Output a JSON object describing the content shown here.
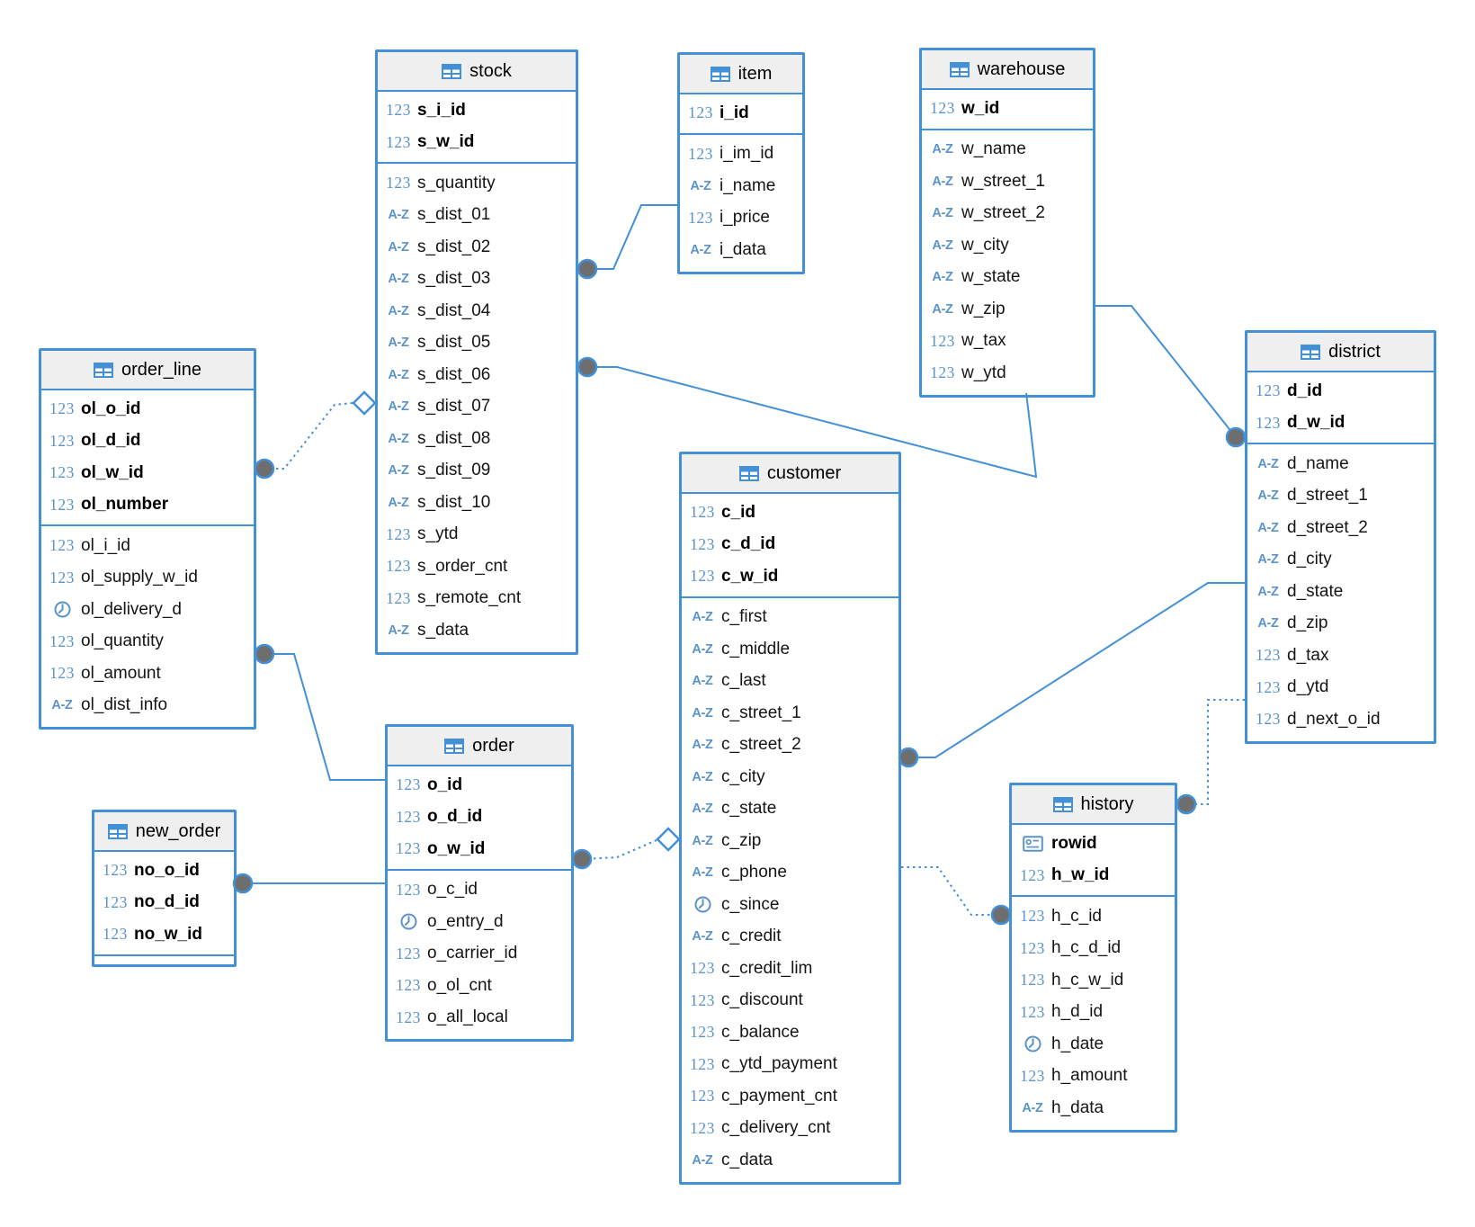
{
  "colors": {
    "accent": "#4390d7",
    "header_bg": "#efefef",
    "icon_blue": "#5b93c9",
    "connector_dot": "#6e6e6e",
    "row_text": "#141414"
  },
  "icon_labels": {
    "num": "123",
    "text": "A-Z"
  },
  "tables": {
    "stock": {
      "title": "stock",
      "pk": [
        {
          "n": "s_i_id",
          "t": "num"
        },
        {
          "n": "s_w_id",
          "t": "num"
        }
      ],
      "fields": [
        {
          "n": "s_quantity",
          "t": "num"
        },
        {
          "n": "s_dist_01",
          "t": "text"
        },
        {
          "n": "s_dist_02",
          "t": "text"
        },
        {
          "n": "s_dist_03",
          "t": "text"
        },
        {
          "n": "s_dist_04",
          "t": "text"
        },
        {
          "n": "s_dist_05",
          "t": "text"
        },
        {
          "n": "s_dist_06",
          "t": "text"
        },
        {
          "n": "s_dist_07",
          "t": "text"
        },
        {
          "n": "s_dist_08",
          "t": "text"
        },
        {
          "n": "s_dist_09",
          "t": "text"
        },
        {
          "n": "s_dist_10",
          "t": "text"
        },
        {
          "n": "s_ytd",
          "t": "num"
        },
        {
          "n": "s_order_cnt",
          "t": "num"
        },
        {
          "n": "s_remote_cnt",
          "t": "num"
        },
        {
          "n": "s_data",
          "t": "text"
        }
      ]
    },
    "item": {
      "title": "item",
      "pk": [
        {
          "n": "i_id",
          "t": "num"
        }
      ],
      "fields": [
        {
          "n": "i_im_id",
          "t": "num"
        },
        {
          "n": "i_name",
          "t": "text"
        },
        {
          "n": "i_price",
          "t": "num"
        },
        {
          "n": "i_data",
          "t": "text"
        }
      ]
    },
    "warehouse": {
      "title": "warehouse",
      "pk": [
        {
          "n": "w_id",
          "t": "num"
        }
      ],
      "fields": [
        {
          "n": "w_name",
          "t": "text"
        },
        {
          "n": "w_street_1",
          "t": "text"
        },
        {
          "n": "w_street_2",
          "t": "text"
        },
        {
          "n": "w_city",
          "t": "text"
        },
        {
          "n": "w_state",
          "t": "text"
        },
        {
          "n": "w_zip",
          "t": "text"
        },
        {
          "n": "w_tax",
          "t": "num"
        },
        {
          "n": "w_ytd",
          "t": "num"
        }
      ]
    },
    "district": {
      "title": "district",
      "pk": [
        {
          "n": "d_id",
          "t": "num"
        },
        {
          "n": "d_w_id",
          "t": "num"
        }
      ],
      "fields": [
        {
          "n": "d_name",
          "t": "text"
        },
        {
          "n": "d_street_1",
          "t": "text"
        },
        {
          "n": "d_street_2",
          "t": "text"
        },
        {
          "n": "d_city",
          "t": "text"
        },
        {
          "n": "d_state",
          "t": "text"
        },
        {
          "n": "d_zip",
          "t": "text"
        },
        {
          "n": "d_tax",
          "t": "num"
        },
        {
          "n": "d_ytd",
          "t": "num"
        },
        {
          "n": "d_next_o_id",
          "t": "num"
        }
      ]
    },
    "customer": {
      "title": "customer",
      "pk": [
        {
          "n": "c_id",
          "t": "num"
        },
        {
          "n": "c_d_id",
          "t": "num"
        },
        {
          "n": "c_w_id",
          "t": "num"
        }
      ],
      "fields": [
        {
          "n": "c_first",
          "t": "text"
        },
        {
          "n": "c_middle",
          "t": "text"
        },
        {
          "n": "c_last",
          "t": "text"
        },
        {
          "n": "c_street_1",
          "t": "text"
        },
        {
          "n": "c_street_2",
          "t": "text"
        },
        {
          "n": "c_city",
          "t": "text"
        },
        {
          "n": "c_state",
          "t": "text"
        },
        {
          "n": "c_zip",
          "t": "text"
        },
        {
          "n": "c_phone",
          "t": "text"
        },
        {
          "n": "c_since",
          "t": "date"
        },
        {
          "n": "c_credit",
          "t": "text"
        },
        {
          "n": "c_credit_lim",
          "t": "num"
        },
        {
          "n": "c_discount",
          "t": "num"
        },
        {
          "n": "c_balance",
          "t": "num"
        },
        {
          "n": "c_ytd_payment",
          "t": "num"
        },
        {
          "n": "c_payment_cnt",
          "t": "num"
        },
        {
          "n": "c_delivery_cnt",
          "t": "num"
        },
        {
          "n": "c_data",
          "t": "text"
        }
      ]
    },
    "history": {
      "title": "history",
      "pk": [
        {
          "n": "rowid",
          "t": "rowid"
        },
        {
          "n": "h_w_id",
          "t": "num"
        }
      ],
      "fields": [
        {
          "n": "h_c_id",
          "t": "num"
        },
        {
          "n": "h_c_d_id",
          "t": "num"
        },
        {
          "n": "h_c_w_id",
          "t": "num"
        },
        {
          "n": "h_d_id",
          "t": "num"
        },
        {
          "n": "h_date",
          "t": "date"
        },
        {
          "n": "h_amount",
          "t": "num"
        },
        {
          "n": "h_data",
          "t": "text"
        }
      ]
    },
    "order": {
      "title": "order",
      "pk": [
        {
          "n": "o_id",
          "t": "num"
        },
        {
          "n": "o_d_id",
          "t": "num"
        },
        {
          "n": "o_w_id",
          "t": "num"
        }
      ],
      "fields": [
        {
          "n": "o_c_id",
          "t": "num"
        },
        {
          "n": "o_entry_d",
          "t": "date"
        },
        {
          "n": "o_carrier_id",
          "t": "num"
        },
        {
          "n": "o_ol_cnt",
          "t": "num"
        },
        {
          "n": "o_all_local",
          "t": "num"
        }
      ]
    },
    "new_order": {
      "title": "new_order",
      "pk": [
        {
          "n": "no_o_id",
          "t": "num"
        },
        {
          "n": "no_d_id",
          "t": "num"
        },
        {
          "n": "no_w_id",
          "t": "num"
        }
      ],
      "fields": []
    },
    "order_line": {
      "title": "order_line",
      "pk": [
        {
          "n": "ol_o_id",
          "t": "num"
        },
        {
          "n": "ol_d_id",
          "t": "num"
        },
        {
          "n": "ol_w_id",
          "t": "num"
        },
        {
          "n": "ol_number",
          "t": "num"
        }
      ],
      "fields": [
        {
          "n": "ol_i_id",
          "t": "num"
        },
        {
          "n": "ol_supply_w_id",
          "t": "num"
        },
        {
          "n": "ol_delivery_d",
          "t": "date"
        },
        {
          "n": "ol_quantity",
          "t": "num"
        },
        {
          "n": "ol_amount",
          "t": "num"
        },
        {
          "n": "ol_dist_info",
          "t": "text"
        }
      ]
    }
  },
  "relations": [
    {
      "from": "stock",
      "to": "item",
      "style": "solid"
    },
    {
      "from": "stock",
      "to": "warehouse",
      "style": "solid"
    },
    {
      "from": "warehouse",
      "to": "district",
      "style": "solid"
    },
    {
      "from": "customer",
      "to": "district",
      "style": "solid"
    },
    {
      "from": "order_line",
      "to": "stock",
      "style": "dotted"
    },
    {
      "from": "order_line",
      "to": "order",
      "style": "solid"
    },
    {
      "from": "new_order",
      "to": "order",
      "style": "solid"
    },
    {
      "from": "order",
      "to": "customer",
      "style": "dotted"
    },
    {
      "from": "customer",
      "to": "history",
      "style": "dotted"
    },
    {
      "from": "district",
      "to": "history",
      "style": "dotted"
    }
  ]
}
